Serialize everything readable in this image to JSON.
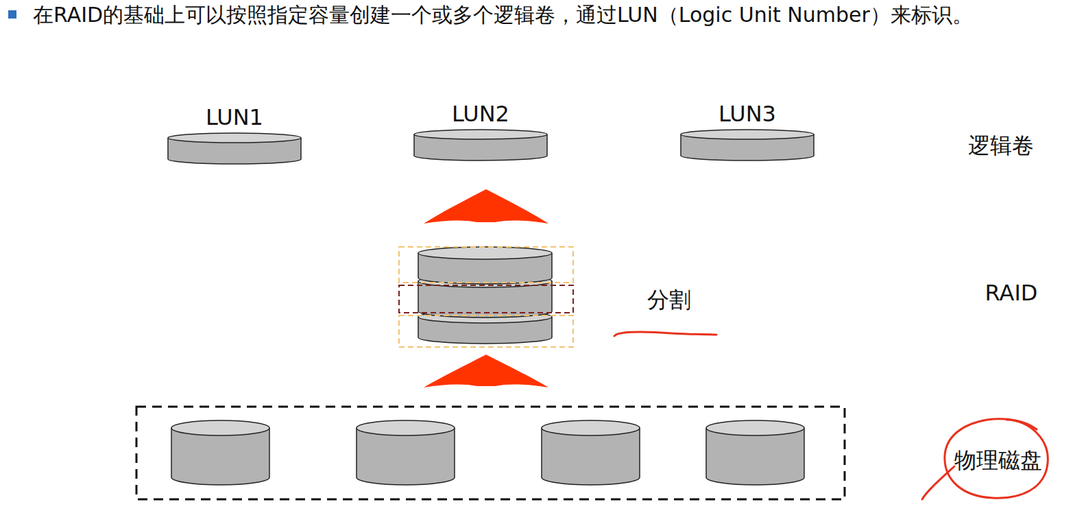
{
  "diagram": {
    "nodes": [
      {
        "text": [
          "LUN1"
        ]
      },
      {
        "text": [
          "LUN2"
        ]
      },
      {
        "text": [
          "LUN3"
        ]
      }
    ],
    "labels": [
      "在RAID的基础上可以按照指定容量创建一个或多个逻辑卷，通过LUN（Logic Unit Number）来标识。",
      "逻辑卷",
      "分割",
      "RAID",
      "物理磁盘"
    ]
  }
}
